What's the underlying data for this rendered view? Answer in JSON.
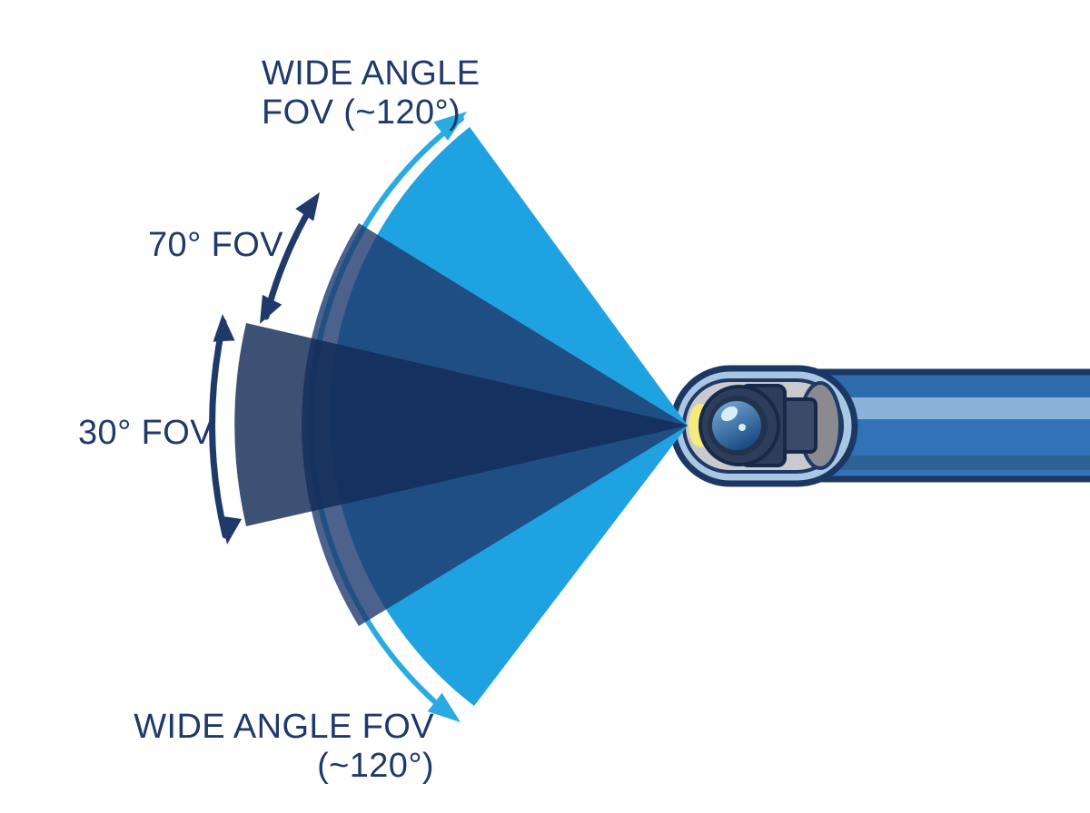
{
  "labels": {
    "wide_angle_top_line1": "WIDE ANGLE",
    "wide_angle_top_line2": "FOV (~120°)",
    "fov_70": "70° FOV",
    "fov_30": "30° FOV",
    "wide_angle_bottom_line1": "WIDE ANGLE FOV",
    "wide_angle_bottom_line2": "(~120°)"
  },
  "fov_cones": [
    {
      "name": "wide-angle-cone",
      "fov": "~120°",
      "color": "#1EA2E2"
    },
    {
      "name": "70-degree-cone",
      "fov": "70°",
      "color": "#1F3A6E"
    },
    {
      "name": "30-degree-cone",
      "fov": "30°",
      "color": "#122B57"
    }
  ],
  "colors": {
    "text": "#20396B",
    "accent_cyan": "#29ABE2",
    "outline_navy": "#1B3764",
    "tube_body": "#3273B8",
    "tube_top": "#2E6BAD",
    "tube_highlight": "#8AB2DA",
    "tube_shadow": "#2D6394",
    "tip_shell": "#A9C6E2",
    "tip_interior": "#C9C9CE",
    "led_yellow": "#F6EA7D",
    "lens_barrel": "#2E3E5A",
    "barrel_step": "#3A4A68",
    "lens_rim": "#22334D",
    "lens_glass_light": "#79AFDE",
    "lens_glass_dark": "#1C4C84",
    "lens_highlight": "#D9ECF9",
    "disc_gray": "#8A8A90"
  }
}
